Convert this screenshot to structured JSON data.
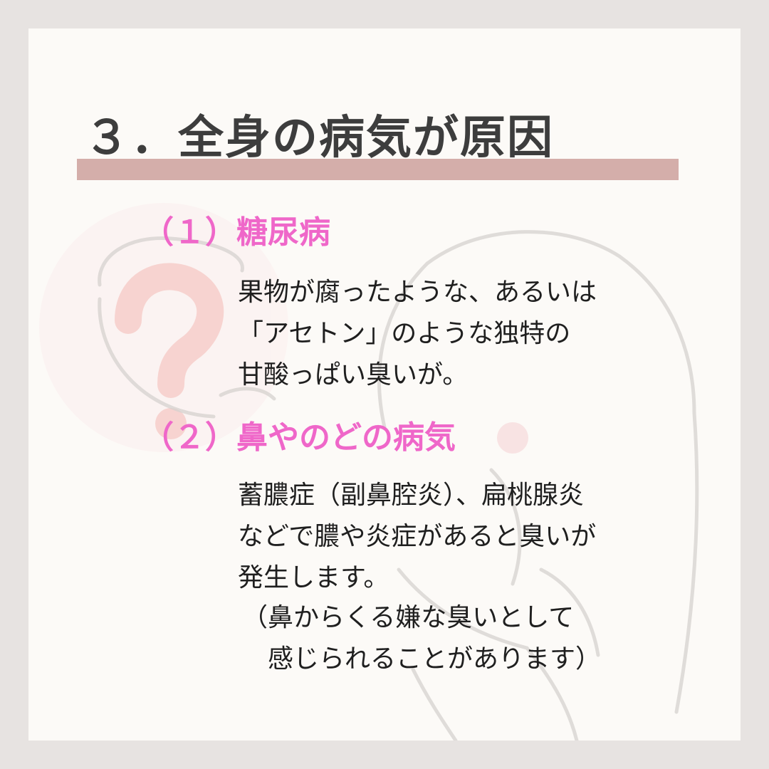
{
  "title": "３．全身の病気が原因",
  "section1": {
    "heading": "（１）糖尿病",
    "body": "果物が腐ったような、あるいは\n「アセトン」のような独特の\n甘酸っぱい臭いが。"
  },
  "section2": {
    "heading": "（２）鼻やのどの病気",
    "body": "蓄膿症（副鼻腔炎）、扁桃腺炎\nなどで膿や炎症があると臭いが\n発生します。",
    "note": "（鼻からくる嫌な臭いとして\n　感じられることがあります）"
  },
  "colors": {
    "title": "#3d3d3d",
    "title_bar": "#d4aeaa",
    "heading": "#ef67c9",
    "body": "#1f1f1f",
    "card_background": "#fcfaf7",
    "page_background": "#e7e3e1"
  },
  "icons": [
    "question-mark-icon",
    "woman-illustration"
  ]
}
